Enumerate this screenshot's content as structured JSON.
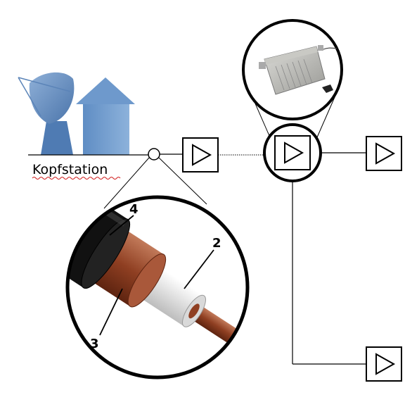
{
  "diagram": {
    "headend_label": "Kopfstation",
    "cable_labels": {
      "outer_jacket": "4",
      "dielectric": "2",
      "shield": "3"
    },
    "icons": {
      "satellite_dish": "satellite-dish-icon",
      "house": "house-icon",
      "amplifier": "amplifier-triangle-icon",
      "amplifier_housing": "amplifier-housing-photo",
      "coax_cable": "coaxial-cable-illustration"
    },
    "colors": {
      "dish_blue": "#5b84b8",
      "house_blue": "#6e99cc",
      "cable_copper": "#9b4a2c",
      "line": "#000000",
      "spellcheck_underline": "#d22222"
    }
  }
}
